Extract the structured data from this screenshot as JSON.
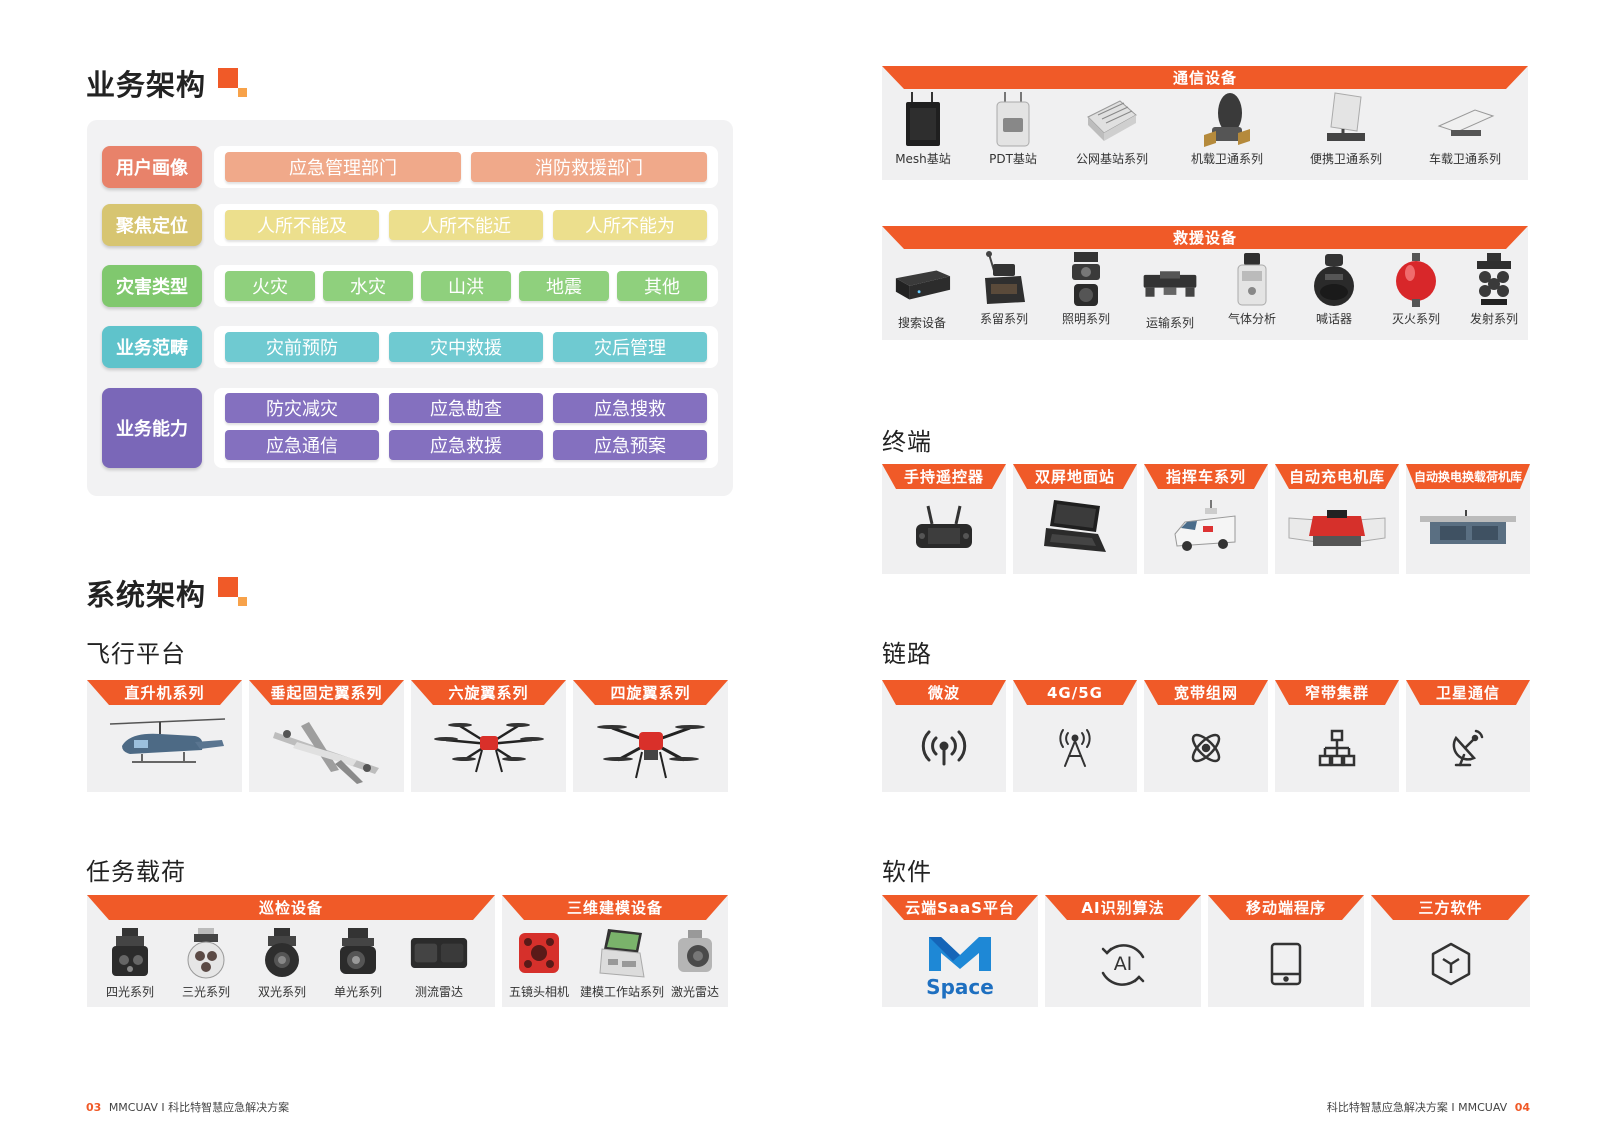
{
  "colors": {
    "accent": "#f05a28",
    "accent_light": "#f7a24a",
    "panel": "#f2f2f3"
  },
  "left": {
    "business_title": "业务架构",
    "business_rows": [
      {
        "label": "用户画像",
        "color": "#e8826a",
        "pill_color": "#f0a98a",
        "pills": [
          "应急管理部门",
          "消防救援部门"
        ]
      },
      {
        "label": "聚焦定位",
        "color": "#d7c571",
        "pill_color": "#ecdf8d",
        "pills": [
          "人所不能及",
          "人所不能近",
          "人所不能为"
        ]
      },
      {
        "label": "灾害类型",
        "color": "#80c86e",
        "pill_color": "#8fd07d",
        "pills": [
          "火灾",
          "水灾",
          "山洪",
          "地震",
          "其他"
        ]
      },
      {
        "label": "业务范畴",
        "color": "#5fc3cb",
        "pill_color": "#6fcad1",
        "pills": [
          "灾前预防",
          "灾中救援",
          "灾后管理"
        ]
      },
      {
        "label": "业务能力",
        "color": "#7a67b8",
        "pill_color": "#8470bf",
        "pills": [
          "防灾减灾",
          "应急勘查",
          "应急搜救",
          "应急通信",
          "应急救援",
          "应急预案"
        ]
      }
    ],
    "system_title": "系统架构",
    "flight_title": "飞行平台",
    "flight_items": [
      {
        "label": "直升机系列",
        "icon": "helicopter-icon"
      },
      {
        "label": "垂起固定翼系列",
        "icon": "fixed-wing-icon"
      },
      {
        "label": "六旋翼系列",
        "icon": "hexacopter-icon"
      },
      {
        "label": "四旋翼系列",
        "icon": "quadcopter-icon"
      }
    ],
    "payload_title": "任务载荷",
    "payload_groups": [
      {
        "title": "巡检设备",
        "items": [
          "四光系列",
          "三光系列",
          "双光系列",
          "单光系列",
          "测流雷达"
        ]
      },
      {
        "title": "三维建模设备",
        "items": [
          "五镜头相机",
          "建模工作站系列",
          "激光雷达"
        ]
      }
    ],
    "footer_page": "03",
    "footer_text": "MMCUAV  I  科比特智慧应急解决方案"
  },
  "right": {
    "comm_title": "通信设备",
    "comm_items": [
      "Mesh基站",
      "PDT基站",
      "公网基站系列",
      "机载卫通系列",
      "便携卫通系列",
      "车载卫通系列"
    ],
    "rescue_title": "救援设备",
    "rescue_items": [
      "搜索设备",
      "系留系列",
      "照明系列",
      "运输系列",
      "气体分析",
      "喊话器",
      "灭火系列",
      "发射系列"
    ],
    "terminal_title": "终端",
    "terminal_items": [
      "手持遥控器",
      "双屏地面站",
      "指挥车系列",
      "自动充电机库",
      "自动换电换载荷机库"
    ],
    "link_title": "链路",
    "link_items": [
      {
        "label": "微波",
        "icon": "signal-waves-icon"
      },
      {
        "label": "4G/5G",
        "icon": "antenna-tower-icon"
      },
      {
        "label": "宽带组网",
        "icon": "atom-network-icon"
      },
      {
        "label": "窄带集群",
        "icon": "hierarchy-icon"
      },
      {
        "label": "卫星通信",
        "icon": "satellite-dish-icon"
      }
    ],
    "software_title": "软件",
    "software_items": [
      {
        "label": "云端SaaS平台",
        "icon": "mspace-logo"
      },
      {
        "label": "AI识别算法",
        "icon": "ai-cycle-icon"
      },
      {
        "label": "移动端程序",
        "icon": "tablet-icon"
      },
      {
        "label": "三方软件",
        "icon": "cube-icon"
      }
    ],
    "mspace_text": "Space",
    "ai_text": "AI",
    "footer_page": "04",
    "footer_text": "科比特智慧应急解决方案  I  MMCUAV"
  }
}
